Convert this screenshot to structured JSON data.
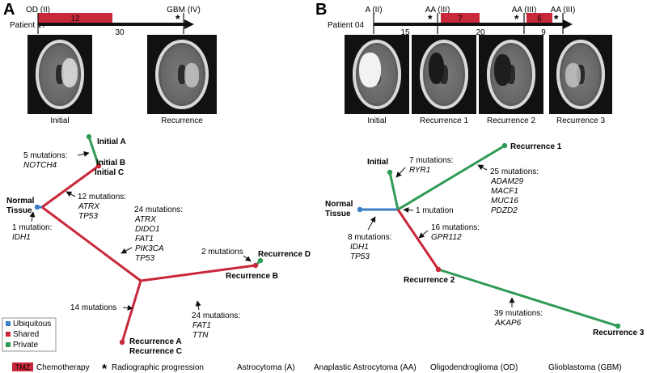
{
  "panels": {
    "A": {
      "letter": "A",
      "patient": "Patient 17",
      "events": [
        {
          "label": "OD (II)"
        },
        {
          "label": "GBM (IV)"
        }
      ],
      "tmz_months": "12",
      "interval": "30",
      "scans": [
        "Initial",
        "Recurrence"
      ],
      "tree": {
        "nodes": [
          {
            "id": "normal",
            "label": "Normal\nTissue",
            "type": "Ubiquitous"
          },
          {
            "id": "initA",
            "label": "Initial A",
            "type": "Private"
          },
          {
            "id": "initBC",
            "label": "Initial B\nInitial C",
            "type": "Shared"
          },
          {
            "id": "recD",
            "label": "Recurrence D",
            "type": "Private"
          },
          {
            "id": "recB",
            "label": "Recurrence B",
            "type": "Shared"
          },
          {
            "id": "recAC",
            "label": "Recurrence A\nRecurrence C",
            "type": "Shared"
          }
        ],
        "annotations": [
          {
            "count": "5 mutations:",
            "genes": [
              "NOTCH4"
            ]
          },
          {
            "count": "12 mutations:",
            "genes": [
              "ATRX",
              "TP53"
            ]
          },
          {
            "count": "1 mutation:",
            "genes": [
              "IDH1"
            ]
          },
          {
            "count": "24 mutations:",
            "genes": [
              "ATRX",
              "DIDO1",
              "FAT1",
              "PIK3CA",
              "TP53"
            ]
          },
          {
            "count": "2 mutations",
            "genes": []
          },
          {
            "count": "24 mutations:",
            "genes": [
              "FAT1",
              "TTN"
            ]
          },
          {
            "count": "14 mutations",
            "genes": []
          }
        ]
      }
    },
    "B": {
      "letter": "B",
      "patient": "Patient 04",
      "events": [
        {
          "label": "A (II)"
        },
        {
          "label": "AA (III)"
        },
        {
          "label": "AA (III)"
        },
        {
          "label": "AA (III)"
        }
      ],
      "tmz_months": [
        "7",
        "6"
      ],
      "intervals": [
        "15",
        "20",
        "9"
      ],
      "scans": [
        "Initial",
        "Recurrence 1",
        "Recurrence 2",
        "Recurrence 3"
      ],
      "tree": {
        "nodes": [
          {
            "id": "normal",
            "label": "Normal\nTissue",
            "type": "Ubiquitous"
          },
          {
            "id": "init",
            "label": "Initial",
            "type": "Private"
          },
          {
            "id": "rec1",
            "label": "Recurrence 1",
            "type": "Private"
          },
          {
            "id": "rec2",
            "label": "Recurrence 2",
            "type": "Shared"
          },
          {
            "id": "rec3",
            "label": "Recurrence 3",
            "type": "Private"
          }
        ],
        "annotations": [
          {
            "count": "7 mutations:",
            "genes": [
              "RYR1"
            ]
          },
          {
            "count": "25 mutations:",
            "genes": [
              "ADAM29",
              "MACF1",
              "MUC16",
              "PDZD2"
            ]
          },
          {
            "count": "1 mutation",
            "genes": []
          },
          {
            "count": "16 mutations:",
            "genes": [
              "GPR112"
            ]
          },
          {
            "count": "8 mutations:",
            "genes": [
              "IDH1",
              "TP53"
            ]
          },
          {
            "count": "39 mutations:",
            "genes": [
              "AKAP6"
            ]
          }
        ]
      }
    }
  },
  "legend": {
    "items": [
      {
        "label": "Ubiquitous",
        "color": "#3b7ec4"
      },
      {
        "label": "Shared",
        "color": "#c8283a"
      },
      {
        "label": "Private",
        "color": "#2f9a55"
      }
    ]
  },
  "footer": {
    "tmz_box": "TMZ",
    "chemo": "Chemotherapy",
    "star": "*",
    "progression": "Radiographic progression",
    "abbreviations": [
      "Astrocytoma (A)",
      "Anaplastic Astrocytoma (AA)",
      "Oligodendroglioma (OD)",
      "Glioblastoma (GBM)"
    ]
  },
  "colors": {
    "ubiquitous": "#3b7ec4",
    "shared": "#c8283a",
    "private": "#2f9a55",
    "tmz": "#c8283a"
  }
}
